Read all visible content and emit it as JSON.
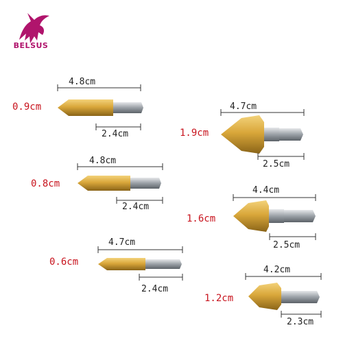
{
  "brand": {
    "name": "BELSUS",
    "logo_icon": "winged-horse-icon",
    "color": "#b0146c"
  },
  "colors": {
    "diameter_label": "#c8141e",
    "dimension_label": "#222222",
    "gold": "#d9a73a",
    "steel": "#9aa0a6"
  },
  "bits": [
    {
      "diameter": "0.9cm",
      "total_length": "4.8cm",
      "shank_length": "2.4cm"
    },
    {
      "diameter": "0.8cm",
      "total_length": "4.8cm",
      "shank_length": "2.4cm"
    },
    {
      "diameter": "0.6cm",
      "total_length": "4.7cm",
      "shank_length": "2.4cm"
    },
    {
      "diameter": "1.9cm",
      "total_length": "4.7cm",
      "shank_length": "2.5cm"
    },
    {
      "diameter": "1.6cm",
      "total_length": "4.4cm",
      "shank_length": "2.5cm"
    },
    {
      "diameter": "1.2cm",
      "total_length": "4.2cm",
      "shank_length": "2.3cm"
    }
  ]
}
